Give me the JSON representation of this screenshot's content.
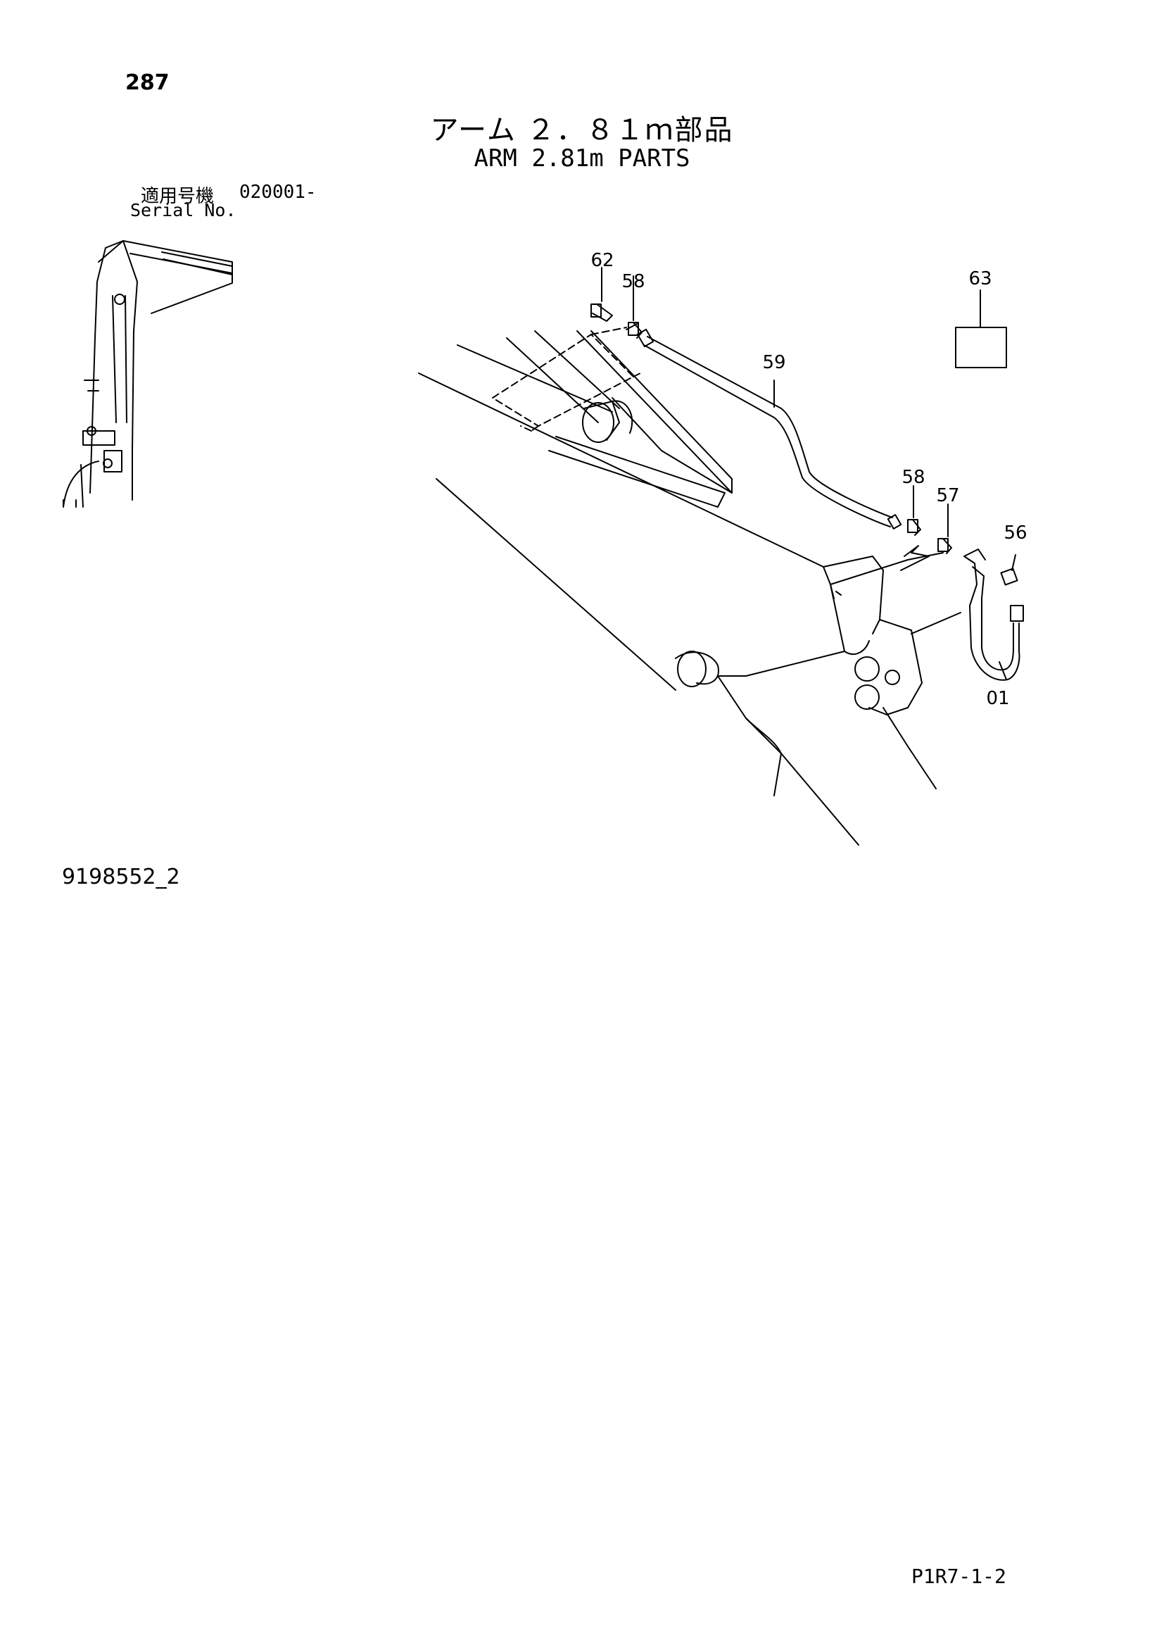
{
  "page_number": "287",
  "title_ja": "アーム ２．８１ｍ部品",
  "title_en": "ARM 2.81m PARTS",
  "serial": {
    "label_ja": "適用号機",
    "label_en": "Serial No.",
    "value": "020001-"
  },
  "parts": [
    {
      "id": "62",
      "name": "part-62"
    },
    {
      "id": "58",
      "name": "part-58-upper"
    },
    {
      "id": "59",
      "name": "part-59-pipe"
    },
    {
      "id": "63",
      "name": "part-63-box"
    },
    {
      "id": "58",
      "name": "part-58-lower"
    },
    {
      "id": "57",
      "name": "part-57"
    },
    {
      "id": "56",
      "name": "part-56"
    },
    {
      "id": "01",
      "name": "part-01-hose"
    }
  ],
  "drawing_number": "9198552_2",
  "page_code": "P1R7-1-2"
}
